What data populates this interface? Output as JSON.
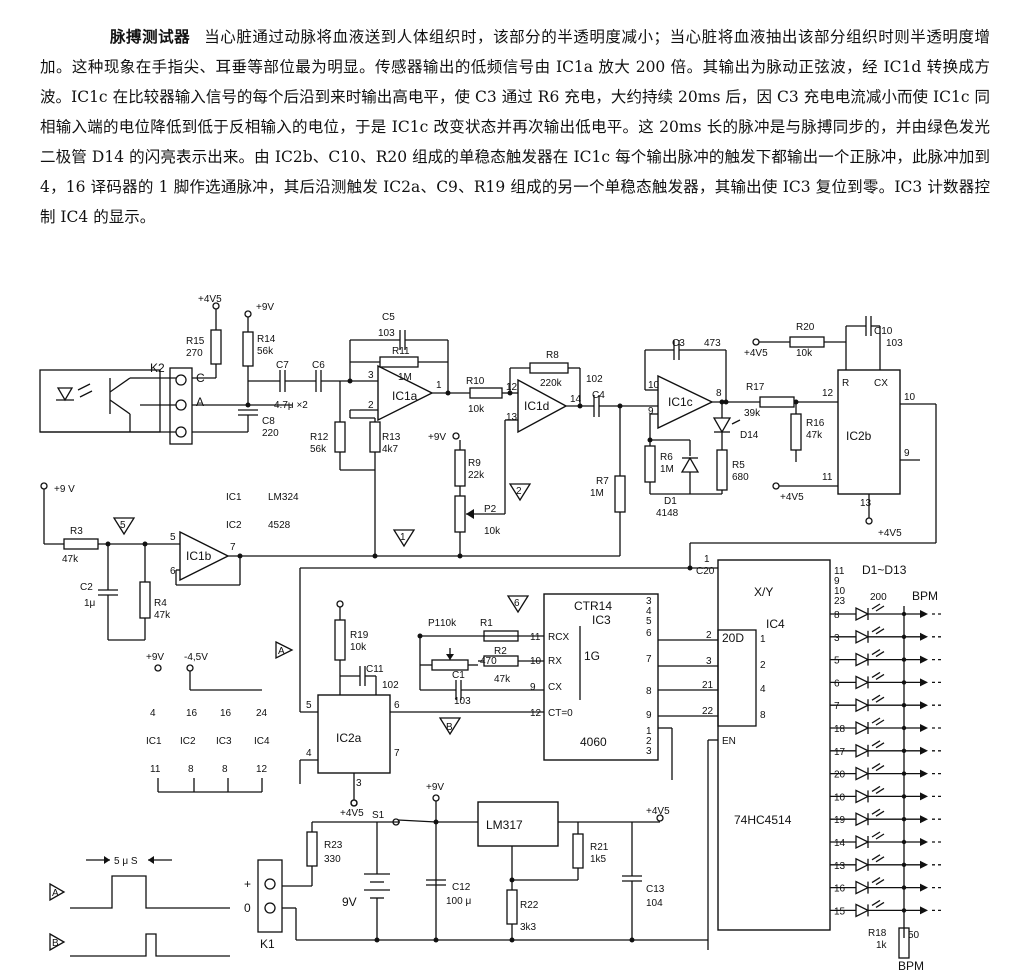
{
  "description": {
    "title": "脉搏测试器",
    "body": "当心脏通过动脉将血液送到人体组织时，该部分的半透明度减小；当心脏将血液抽出该部分组织时则半透明度增加。这种现象在手指尖、耳垂等部位最为明显。传感器输出的低频信号由 IC1a 放大 200 倍。其输出为脉动正弦波，经 IC1d 转换成方波。IC1c 在比较器输入信号的每个后沿到来时输出高电平，使 C3 通过 R6 充电，大约持续 20ms 后，因 C3 充电电流减小而使 IC1c 同相输入端的电位降低到低于反相输入的电位，于是 IC1c 改变状态并再次输出低电平。这 20ms 长的脉冲是与脉搏同步的，并由绿色发光二极管 D14 的闪亮表示出来。由 IC2b、C10、R20 组成的单稳态触发器在 IC1c 每个输出脉冲的触发下都输出一个正脉冲，此脉冲加到 4，16 译码器的 1 脚作选通脉冲，其后沿测触发 IC2a、C9、R19 组成的另一个单稳态触发器，其输出使 IC3 复位到零。IC3 计数器控制 IC4 的显示。"
  },
  "ic_list": {
    "ic1": "IC1",
    "ic1_part": "LM324",
    "ic2": "IC2",
    "ic2_part": "4528"
  },
  "components": {
    "r15": "R15",
    "r15v": "270",
    "r14": "R14",
    "r14v": "56k",
    "c8": "C8",
    "c8v": "220",
    "c7": "C7",
    "c6": "C6",
    "c67v": "4.7μ ×2",
    "k2": "K2",
    "k2c": "C",
    "k2a": "A",
    "c5": "C5",
    "c5v": "103",
    "r11": "R11",
    "r11v": "1M",
    "r12": "R12",
    "r12v": "56k",
    "r13": "R13",
    "r13v": "4k7",
    "ic1a": "IC1a",
    "ic1d": "IC1d",
    "ic1c": "IC1c",
    "ic1b": "IC1b",
    "r10": "R10",
    "r10v": "10k",
    "r8": "R8",
    "r8v": "220k",
    "r9": "R9",
    "r9v": "22k",
    "p2": "P2",
    "p2v": "10k",
    "c4": "C4",
    "c4v": "102",
    "r7": "R7",
    "r7v": "1M",
    "c3": "C3",
    "c3v": "473",
    "r6": "R6",
    "r6v": "1M",
    "d1": "D1",
    "d1v": "4148",
    "r17": "R17",
    "r17v": "39k",
    "d14": "D14",
    "r5": "R5",
    "r5v": "680",
    "r16": "R16",
    "r16v": "47k",
    "r20": "R20",
    "r20v": "10k",
    "c10": "C10",
    "c10v": "103",
    "ic2b": "IC2b",
    "r_pin": "R",
    "cx_pin": "CX",
    "r3": "R3",
    "r3v": "47k",
    "c2": "C2",
    "c2v": "1μ",
    "r4": "R4",
    "r4v": "47k",
    "r19": "R19",
    "r19v": "10k",
    "c11": "C11",
    "c11v": "102",
    "ic2a": "IC2a",
    "p1": "P1",
    "p1v": "10k",
    "r1": "R1",
    "r1v": "470",
    "r2": "R2",
    "r2v": "47k",
    "c1": "C1",
    "c1v": "103",
    "ctr14": "CTR14",
    "ic3": "IC3",
    "g": "1G",
    "rcx": "RCX",
    "rx": "RX",
    "cx": "CX",
    "ct0": "CT=0",
    "ic3_part": "4060",
    "xy": "X/Y",
    "ic4": "IC4",
    "d20": "20D",
    "en": "EN",
    "ic4_part": "74HC4514",
    "d_range": "D1~D13",
    "r23": "R23",
    "r23v": "330",
    "s1": "S1",
    "lm317": "LM317",
    "r21": "R21",
    "r21v": "1k5",
    "r22": "R22",
    "r22v": "3k3",
    "c12": "C12",
    "c12v": "100 μ",
    "c13": "C13",
    "c13v": "104",
    "k1": "K1",
    "r18": "R18",
    "r18v": "1k",
    "batt": "9V"
  },
  "supplies": {
    "p4v5": "+4V5",
    "p9v": "+9V",
    "p9v2": "+9 V",
    "n45": "-4,5V",
    "p9vb": "+9V"
  },
  "power_table": {
    "pos": [
      "4",
      "16",
      "16",
      "24"
    ],
    "ics": [
      "IC1",
      "IC2",
      "IC3",
      "IC4"
    ],
    "neg": [
      "11",
      "8",
      "8",
      "12"
    ]
  },
  "bpm": {
    "unit": "BPM",
    "top": "200",
    "bottom": "50",
    "rows": [
      "8",
      "3",
      "5",
      "6",
      "7",
      "18",
      "17",
      "20",
      "10",
      "19",
      "14",
      "13",
      "16",
      "15"
    ]
  },
  "ic3_pins_right": [
    "3",
    "4",
    "5",
    "6",
    "7",
    "8",
    "9",
    "1",
    "2",
    "3"
  ],
  "ic4_pins_left": [
    "2",
    "3",
    "21",
    "22"
  ],
  "ic4_pins_right": [
    "1",
    "2",
    "4",
    "8"
  ],
  "markers": {
    "n1": "1",
    "n2": "2",
    "n5": "5",
    "n6": "6",
    "a": "A",
    "b": "B"
  },
  "waveform": {
    "pulse_label": "5 μ S"
  },
  "pins": {
    "ic1a_in3": "3",
    "ic1a_in2": "2",
    "ic1a_out": "1",
    "ic1d_in12": "12",
    "ic1d_in13": "13",
    "ic1d_out": "14",
    "ic1c_in10": "10",
    "ic1c_in9": "9",
    "ic1c_out": "8",
    "ic1b_in5": "5",
    "ic1b_in6": "6",
    "ic1b_out": "7",
    "ic2b_12": "12",
    "ic2b_10": "10",
    "ic2b_9": "9",
    "ic2b_11": "11",
    "ic2b_13": "13",
    "ic2a_5": "5",
    "ic2a_6": "6",
    "ic2a_4": "4",
    "ic2a_7": "7",
    "ic2a_3": "3",
    "ic3_11": "11",
    "ic3_10": "10",
    "ic3_9": "9",
    "ic3_12": "12",
    "ic4_c20": "C20",
    "ic4_1": "1",
    "ic4_11": "11",
    "ic4_9": "9",
    "ic4_10": "10",
    "ic4_23": "23"
  }
}
